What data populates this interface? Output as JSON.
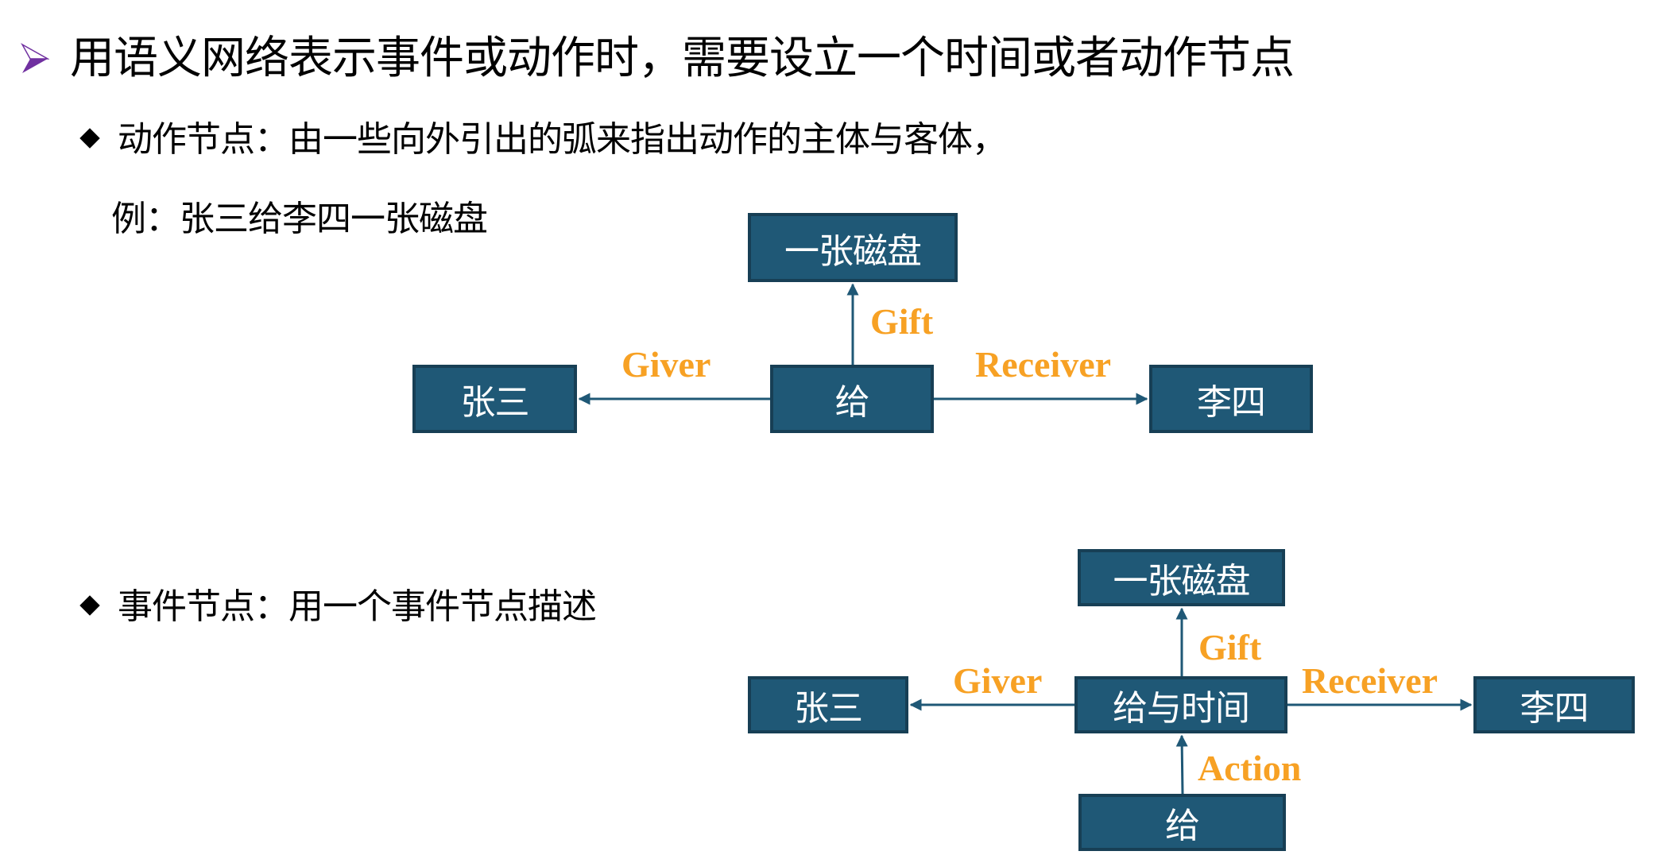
{
  "title": "用语义网络表示事件或动作时，需要设立一个时间或者动作节点",
  "section1": {
    "bullet": "动作节点：由一些向外引出的弧来指出动作的主体与客体，",
    "example": "例：张三给李四一张磁盘",
    "nodes": {
      "object": "一张磁盘",
      "giver": "张三",
      "action": "给",
      "receiver": "李四"
    },
    "edges": {
      "gift": "Gift",
      "giver": "Giver",
      "receiver": "Receiver"
    }
  },
  "section2": {
    "bullet": "事件节点：用一个事件节点描述",
    "nodes": {
      "object": "一张磁盘",
      "giver": "张三",
      "event": "给与时间",
      "receiver": "李四",
      "action": "给"
    },
    "edges": {
      "gift": "Gift",
      "giver": "Giver",
      "receiver": "Receiver",
      "action": "Action"
    }
  },
  "colors": {
    "node_fill": "#1f5876",
    "node_border": "#173f55",
    "edge": "#1f5876",
    "edge_label": "#f7a124",
    "title_arrow": "#7030a0"
  }
}
